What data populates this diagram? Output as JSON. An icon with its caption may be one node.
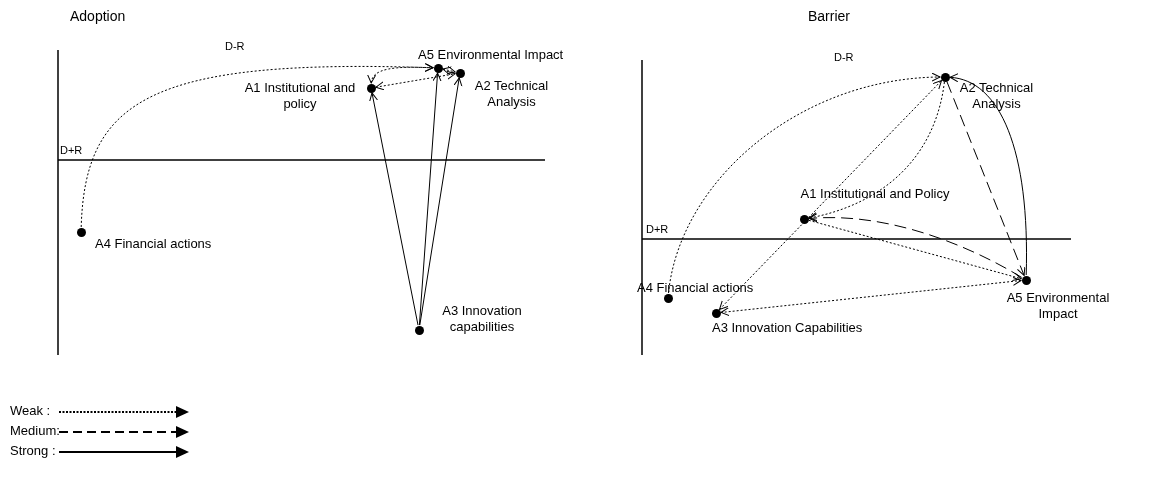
{
  "diagram": {
    "nodes": [
      {
        "text": [
          "A5 Environmental Impact"
        ]
      },
      {
        "text": [
          "A1 Institutional and policy"
        ]
      },
      {
        "text": [
          "A2 Technical Analysis"
        ]
      },
      {
        "text": [
          "A4 Financial actions"
        ]
      },
      {
        "text": [
          "A3 Innovation capabilities"
        ]
      },
      {
        "text": [
          "A2 Technical Analysis"
        ]
      },
      {
        "text": [
          "A1 Institutional and Policy"
        ]
      },
      {
        "text": [
          "A4 Financial actions"
        ]
      },
      {
        "text": [
          "A3 Innovation Capabilities"
        ]
      },
      {
        "text": [
          "A5 Environmental Impact"
        ]
      }
    ],
    "edges": [
      {
        "from": 3,
        "to": 0,
        "arrow": "to",
        "style": "dashed"
      },
      {
        "from": 1,
        "to": 0,
        "arrow": "both",
        "style": "dashed"
      },
      {
        "from": 1,
        "to": 2,
        "arrow": "both",
        "style": "dashed"
      },
      {
        "from": 0,
        "to": 2,
        "arrow": "both",
        "style": "dashed"
      },
      {
        "from": 4,
        "to": 1,
        "arrow": "to"
      },
      {
        "from": 4,
        "to": 0,
        "arrow": "to"
      },
      {
        "from": 4,
        "to": 2,
        "arrow": "to"
      },
      {
        "from": 7,
        "to": 5,
        "arrow": "to",
        "style": "dashed"
      },
      {
        "from": 8,
        "to": 5,
        "arrow": "both",
        "style": "dashed"
      },
      {
        "from": 5,
        "to": 6,
        "arrow": "to",
        "style": "dashed"
      },
      {
        "from": 9,
        "to": 6,
        "arrow": "to",
        "style": "dashed"
      },
      {
        "from": 5,
        "to": 9,
        "arrow": "to",
        "style": "dashed"
      },
      {
        "from": 9,
        "to": 5,
        "arrow": "to"
      },
      {
        "from": 6,
        "to": 9,
        "arrow": "to",
        "style": "dashed"
      },
      {
        "from": 9,
        "to": 8,
        "arrow": "both",
        "style": "dashed"
      }
    ],
    "labels": [
      "Adoption",
      "Barrier",
      "D-R",
      "D-R",
      "D+R",
      "D+R"
    ],
    "legend": [
      {
        "text": "Weak :"
      },
      {
        "text": "Medium:"
      },
      {
        "text": "Strong :"
      }
    ]
  }
}
